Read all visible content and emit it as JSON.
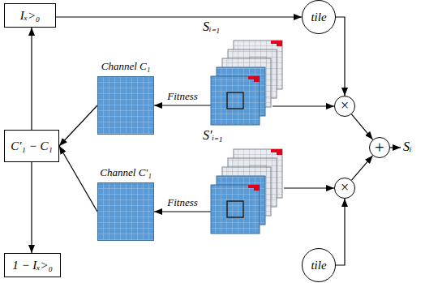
{
  "diagram": {
    "nodes": [
      {
        "text": [
          "Iₓ>₀"
        ]
      },
      {
        "text": [
          "tile"
        ]
      },
      {
        "text": [
          "Channel C₁"
        ]
      },
      {
        "text": [
          "Sᵢ₋₁"
        ]
      },
      {
        "text": [
          "C′₁ − C₁"
        ]
      },
      {
        "text": [
          "Channel C′₁"
        ]
      },
      {
        "text": [
          "S′ᵢ₋₁"
        ]
      },
      {
        "text": [
          "1 − Iₓ>₀"
        ]
      },
      {
        "text": [
          "tile"
        ]
      },
      {
        "text": [
          "×"
        ]
      },
      {
        "text": [
          "×"
        ]
      },
      {
        "text": [
          "+"
        ]
      }
    ],
    "edges": [
      {
        "from": 0,
        "to": 1,
        "arrow": "to"
      },
      {
        "from": 4,
        "to": 0,
        "arrow": "to"
      },
      {
        "from": 4,
        "to": 7,
        "arrow": "to"
      },
      {
        "from": 2,
        "to": 4,
        "arrow": "to"
      },
      {
        "from": 5,
        "to": 4,
        "arrow": "to"
      },
      {
        "from": 3,
        "to": 2,
        "label": "Fitness",
        "arrow": "to"
      },
      {
        "from": 6,
        "to": 5,
        "label": "Fitness",
        "arrow": "to"
      },
      {
        "from": 3,
        "to": 9,
        "arrow": "to"
      },
      {
        "from": 6,
        "to": 10,
        "arrow": "to"
      },
      {
        "from": 1,
        "to": 9,
        "arrow": "to"
      },
      {
        "from": 8,
        "to": 10,
        "arrow": "to"
      },
      {
        "from": 9,
        "to": 11,
        "arrow": "to"
      },
      {
        "from": 10,
        "to": 11,
        "arrow": "to"
      }
    ],
    "labels": [
      "Sᵢ"
    ]
  }
}
